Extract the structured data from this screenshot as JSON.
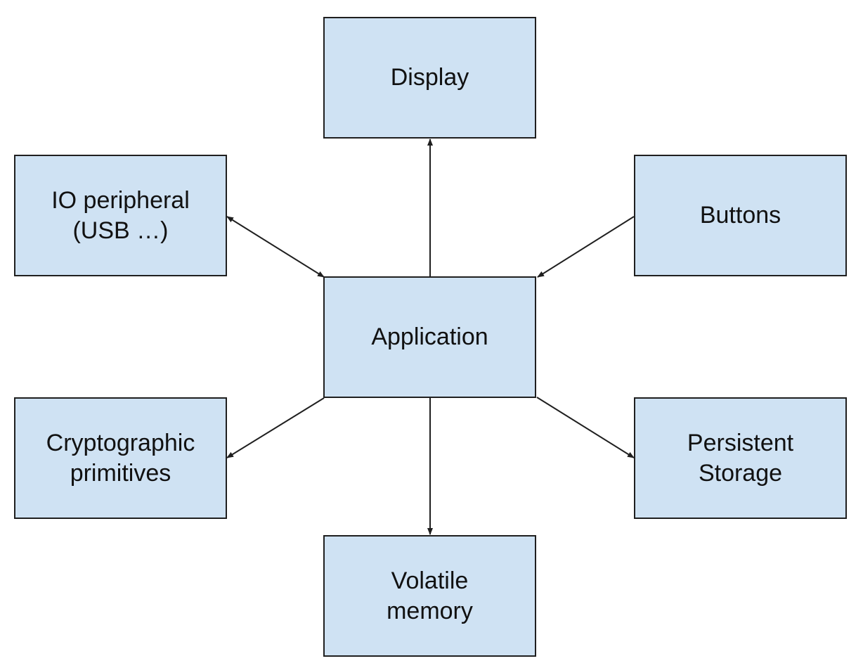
{
  "diagram": {
    "nodes": {
      "display": {
        "label": "Display"
      },
      "io_peripheral": {
        "label": "IO peripheral\n(USB …)"
      },
      "buttons": {
        "label": "Buttons"
      },
      "application": {
        "label": "Application"
      },
      "cryptographic_primitives": {
        "label": "Cryptographic\nprimitives"
      },
      "persistent_storage": {
        "label": "Persistent\nStorage"
      },
      "volatile_memory": {
        "label": "Volatile\nmemory"
      }
    },
    "edges": [
      {
        "from": "application",
        "to": "display",
        "direction": "forward"
      },
      {
        "from": "application",
        "to": "io_peripheral",
        "direction": "both"
      },
      {
        "from": "buttons",
        "to": "application",
        "direction": "forward"
      },
      {
        "from": "application",
        "to": "cryptographic_primitives",
        "direction": "forward"
      },
      {
        "from": "application",
        "to": "persistent_storage",
        "direction": "forward"
      },
      {
        "from": "application",
        "to": "volatile_memory",
        "direction": "forward"
      }
    ],
    "colors": {
      "node_fill": "#cfe2f3",
      "node_border": "#1f1f1f",
      "edge": "#1f1f1f",
      "text": "#111111"
    }
  }
}
